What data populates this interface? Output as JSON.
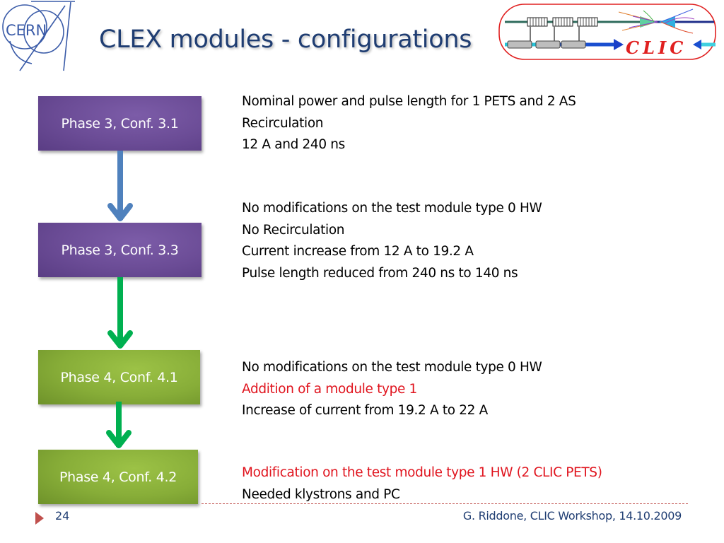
{
  "header": {
    "title": "CLEX modules - configurations",
    "cern_logo_text": "CERN",
    "clic_logo_text": "CLIC"
  },
  "colors": {
    "title": "#1f3d72",
    "phase3_box": "#6b4c96",
    "phase4_box": "#87ad38",
    "arrow_blue": "#4f81bd",
    "arrow_green": "#00b050",
    "highlight_red": "#e0141e",
    "footer_accent": "#c0504d"
  },
  "flow": [
    {
      "label": "Phase 3, Conf. 3.1",
      "lines": [
        {
          "text": "Nominal power and pulse length for 1 PETS and 2 AS",
          "highlight": false
        },
        {
          "text": "Recirculation",
          "highlight": false
        },
        {
          "text": "12 A and 240 ns",
          "highlight": false
        }
      ]
    },
    {
      "label": "Phase 3, Conf. 3.3",
      "lines": [
        {
          "text": "No modifications on the test module type 0 HW",
          "highlight": false
        },
        {
          "text": "No Recirculation",
          "highlight": false
        },
        {
          "text": "Current increase from 12 A to 19.2 A",
          "highlight": false
        },
        {
          "text": "Pulse length reduced from 240 ns to 140 ns",
          "highlight": false
        }
      ]
    },
    {
      "label": "Phase 4, Conf. 4.1",
      "lines": [
        {
          "text": "No modifications on the test module type 0 HW",
          "highlight": false
        },
        {
          "text": "Addition of a module type 1",
          "highlight": true
        },
        {
          "text": "Increase of current from 19.2 A to 22 A",
          "highlight": false
        }
      ]
    },
    {
      "label": "Phase 4, Conf. 4.2",
      "lines": [
        {
          "text": "Modification on the test module type 1 HW (2 CLIC PETS)",
          "highlight": true
        },
        {
          "text": "Needed klystrons and PC",
          "highlight": false
        }
      ]
    }
  ],
  "footer": {
    "page_number": "24",
    "text": "G. Riddone, CLIC Workshop, 14.10.2009"
  }
}
